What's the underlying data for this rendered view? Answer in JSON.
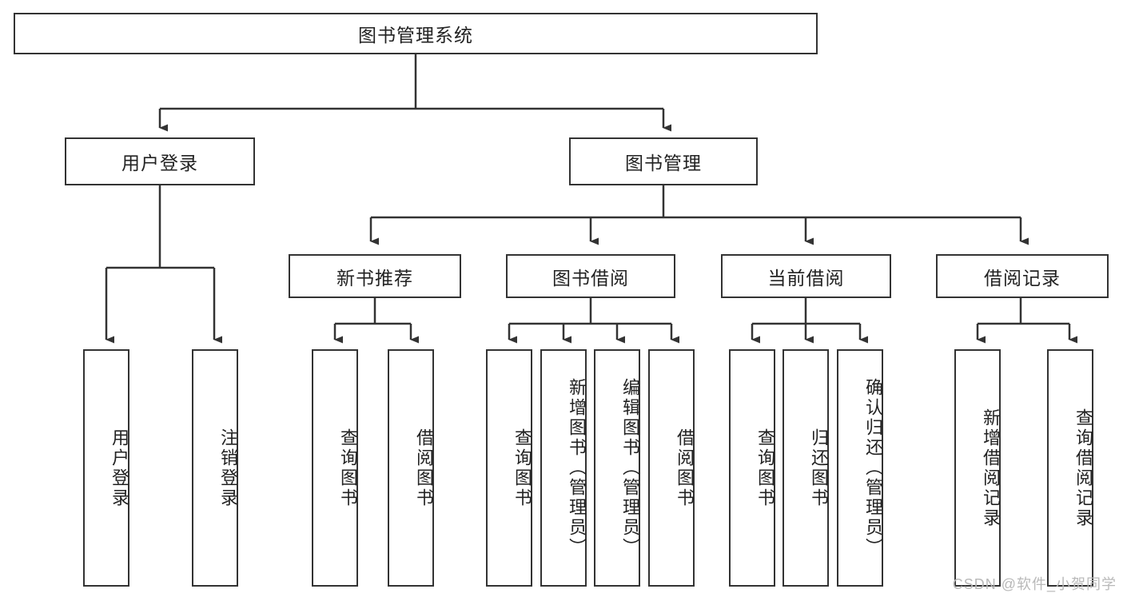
{
  "diagram": {
    "type": "tree",
    "title": "图书管理系统",
    "watermark": "CSDN @软件_小贺同学",
    "style": {
      "box_border_color": "#333333",
      "box_fill_color": "#ffffff",
      "edge_color": "#333333",
      "text_color": "#222222",
      "background": "#ffffff"
    },
    "nodes": {
      "root": {
        "label": "图书管理系统"
      },
      "level2": [
        {
          "id": "user-login",
          "label": "用户登录"
        },
        {
          "id": "book-manage",
          "label": "图书管理"
        }
      ],
      "level3": [
        {
          "id": "new-book-recommend",
          "label": "新书推荐"
        },
        {
          "id": "book-borrow",
          "label": "图书借阅"
        },
        {
          "id": "current-borrow",
          "label": "当前借阅"
        },
        {
          "id": "borrow-record",
          "label": "借阅记录"
        }
      ],
      "leaves": {
        "user_login": [
          {
            "id": "leaf-user-login",
            "label": "用户登录"
          },
          {
            "id": "leaf-logout-login",
            "label": "注销登录"
          }
        ],
        "new_book_recommend": [
          {
            "id": "leaf-query-book-1",
            "label": "查询图书"
          },
          {
            "id": "leaf-borrow-book-1",
            "label": "借阅图书"
          }
        ],
        "book_borrow": [
          {
            "id": "leaf-query-book-2",
            "label": "查询图书"
          },
          {
            "id": "leaf-add-book",
            "label": "新增图书（管理员）"
          },
          {
            "id": "leaf-edit-book",
            "label": "编辑图书（管理员）"
          },
          {
            "id": "leaf-borrow-book-2",
            "label": "借阅图书"
          }
        ],
        "current_borrow": [
          {
            "id": "leaf-query-book-3",
            "label": "查询图书"
          },
          {
            "id": "leaf-return-book",
            "label": "归还图书"
          },
          {
            "id": "leaf-confirm-return",
            "label": "确认归还（管理员）"
          }
        ],
        "borrow_record": [
          {
            "id": "leaf-add-record",
            "label": "新增借阅记录"
          },
          {
            "id": "leaf-query-record",
            "label": "查询借阅记录"
          }
        ]
      }
    }
  }
}
